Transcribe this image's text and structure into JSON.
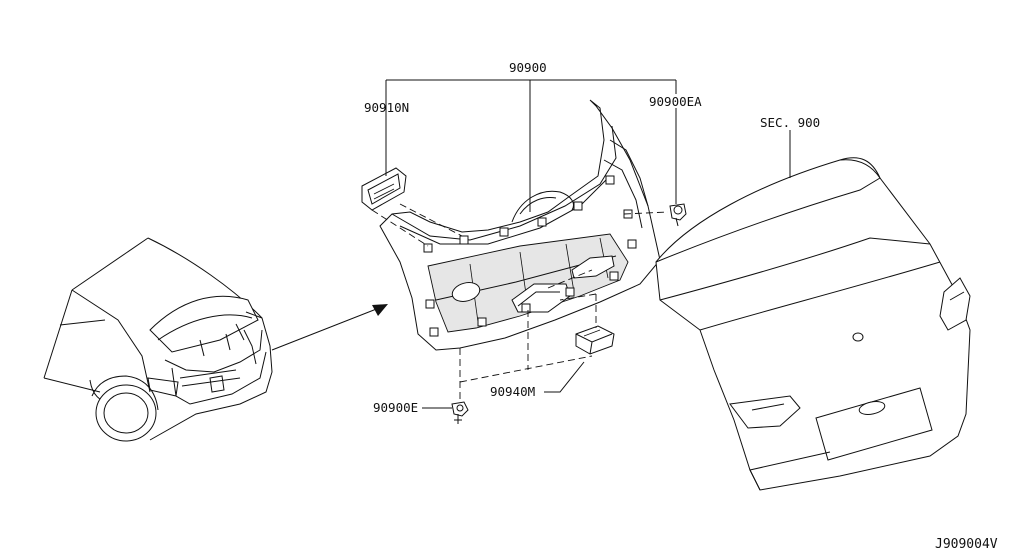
{
  "labels": {
    "assembly": "90900",
    "bracket": "90910N",
    "clip_top": "90900EA",
    "section": "SEC. 900",
    "clip_bottom": "90900E",
    "cover": "90940M",
    "diagram_code": "J909004V"
  }
}
